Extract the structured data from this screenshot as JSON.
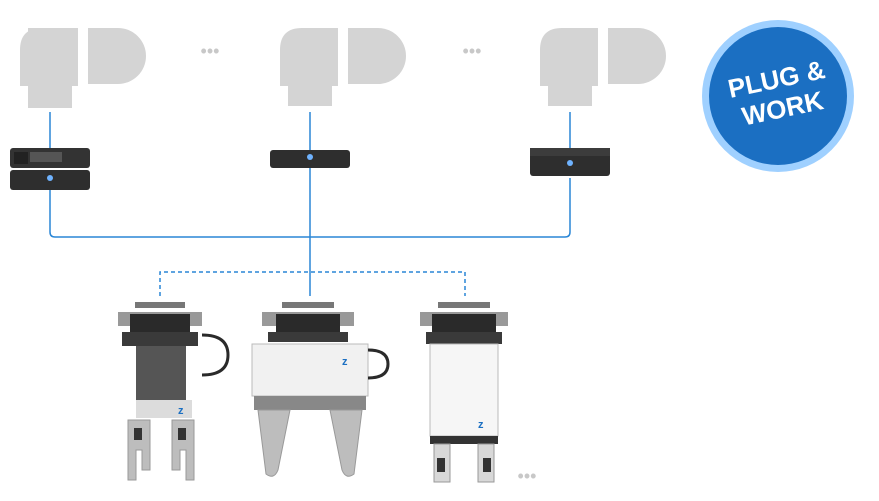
{
  "badge": {
    "line1": "PLUG &",
    "line2": "WORK",
    "fill_color": "#1b6fc2",
    "ring_color": "#9fd0ff"
  },
  "colors": {
    "connection_line": "#2a86d6",
    "robot_arm": "#d4d4d4",
    "adapter_dark": "#2e2e2e",
    "gripper_metal": "#bdbdbd"
  },
  "robot_arms": [
    {
      "name": "robot-arm-1"
    },
    {
      "name": "robot-arm-2"
    },
    {
      "name": "robot-arm-3"
    }
  ],
  "adapters": [
    {
      "name": "quick-change-adapter-1"
    },
    {
      "name": "quick-change-adapter-2"
    },
    {
      "name": "quick-change-adapter-3"
    }
  ],
  "grippers": [
    {
      "name": "gripper-1"
    },
    {
      "name": "gripper-2"
    },
    {
      "name": "gripper-3"
    }
  ],
  "more_indicator": "•••",
  "brand_logo_text": "z"
}
